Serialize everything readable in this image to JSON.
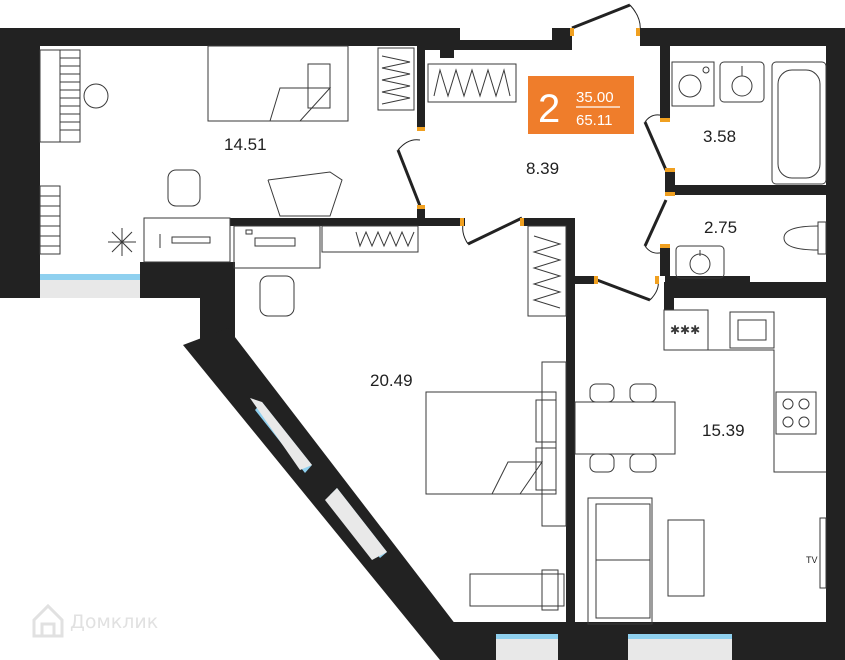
{
  "badge": {
    "rooms": "2",
    "living_area": "35.00",
    "total_area": "65.11",
    "color": "#ef7d2b"
  },
  "rooms": [
    {
      "id": "bedroom-top-left",
      "area": "14.51"
    },
    {
      "id": "hall",
      "area": "8.39"
    },
    {
      "id": "bathroom",
      "area": "3.58"
    },
    {
      "id": "toilet",
      "area": "2.75"
    },
    {
      "id": "bedroom-large",
      "area": "20.49"
    },
    {
      "id": "kitchen-living",
      "area": "15.39"
    }
  ],
  "labels": {
    "tv": "TV",
    "watermark": "Домклик"
  },
  "colors": {
    "wall": "#222222",
    "window": "#8fd0ef",
    "door_marker": "#f0a020",
    "furniture": "#3a3a3a"
  }
}
